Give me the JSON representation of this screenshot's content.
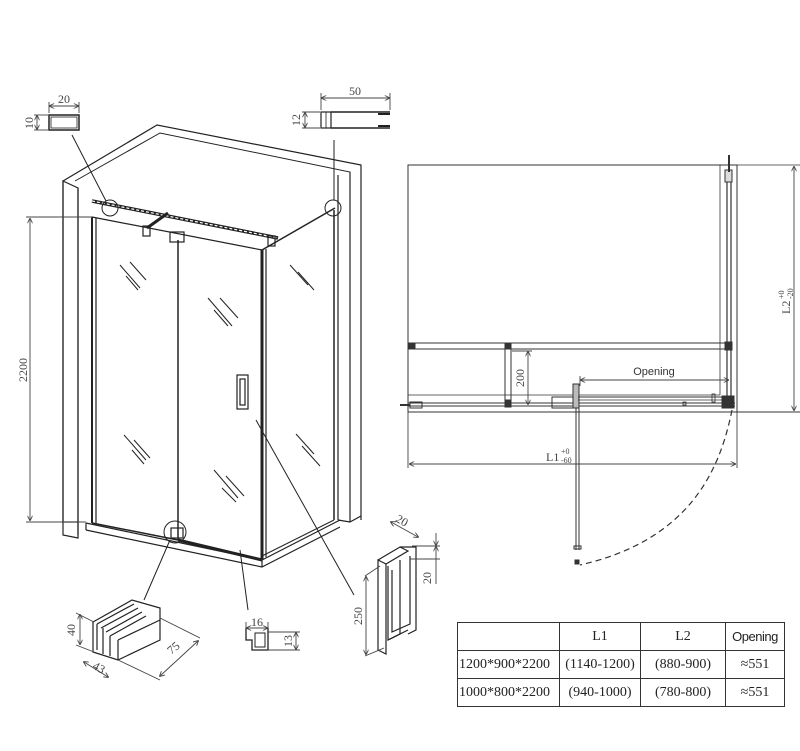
{
  "title": "Shower enclosure dimension drawing",
  "isometric_view": {
    "height_label": "2200",
    "callouts": [
      {
        "name": "top-bar-profile",
        "width": "20",
        "height": "10"
      },
      {
        "name": "wall-profile",
        "width": "50",
        "height": "12"
      },
      {
        "name": "hinge-clamp",
        "height": "40",
        "width": "43",
        "length": "75"
      },
      {
        "name": "bottom-profile",
        "width": "16",
        "height": "13"
      },
      {
        "name": "door-handle",
        "length": "250",
        "depth": "20",
        "width": "20"
      }
    ]
  },
  "plan_view": {
    "l1_label": "L1",
    "l1_tolerance_upper": "+0",
    "l1_tolerance_lower": "-60",
    "l2_label": "L2",
    "l2_tolerance_upper": "+0",
    "l2_tolerance_lower": "-20",
    "offset_label": "200",
    "opening_label": "Opening"
  },
  "spec_table": {
    "headers": [
      "",
      "L1",
      "L2",
      "Opening"
    ],
    "rows": [
      {
        "size": "1200*900*2200",
        "l1": "(1140-1200)",
        "l2": "(880-900)",
        "opening": "≈551"
      },
      {
        "size": "1000*800*2200",
        "l1": "(940-1000)",
        "l2": "(780-800)",
        "opening": "≈551"
      }
    ]
  }
}
